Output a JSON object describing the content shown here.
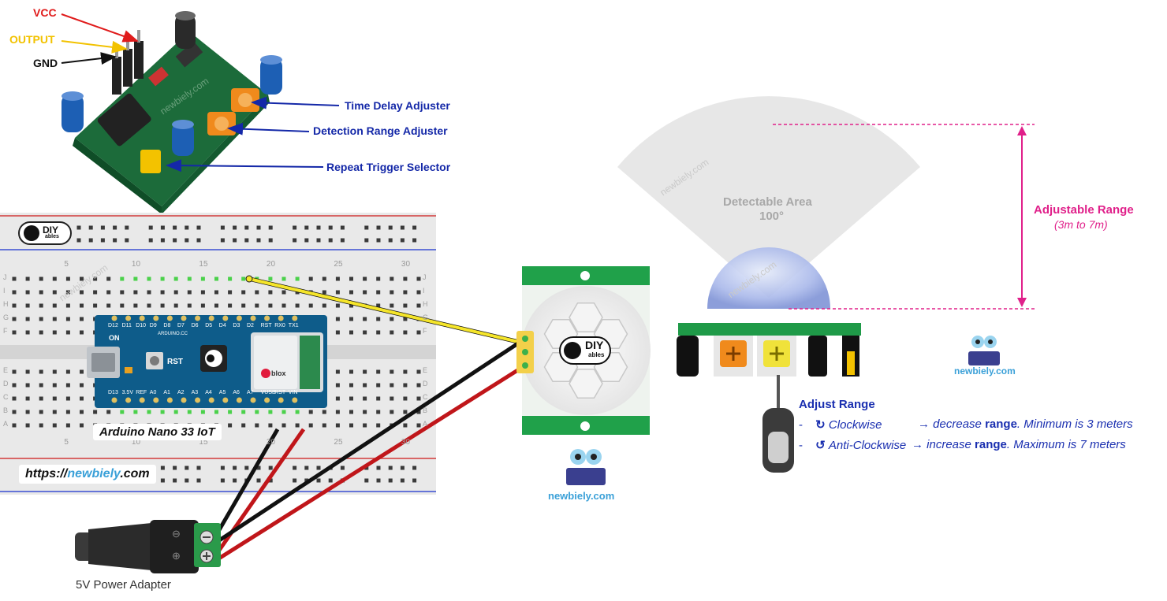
{
  "pir_board": {
    "pins": {
      "vcc": "VCC",
      "output": "OUTPUT",
      "gnd": "GND"
    },
    "labels": {
      "time_delay": "Time Delay Adjuster",
      "detection_range": "Detection Range Adjuster",
      "repeat_trigger": "Repeat Trigger Selector"
    }
  },
  "breadboard": {
    "column_numbers": [
      "5",
      "10",
      "15",
      "20",
      "25",
      "30"
    ],
    "row_letters": [
      "J",
      "I",
      "H",
      "G",
      "F",
      "E",
      "D",
      "C",
      "B",
      "A"
    ],
    "logo_text": "DIY",
    "logo_sub": "ables",
    "url_prefix": "https://",
    "url_brand": "newbiely",
    "url_suffix": ".com"
  },
  "arduino": {
    "name": "Arduino Nano 33 IoT",
    "top_pins": [
      "D12",
      "D11",
      "D10",
      "D9",
      "D8",
      "D7",
      "D6",
      "D5",
      "D4",
      "D3",
      "D2",
      "RST",
      "RX0",
      "TX1"
    ],
    "bottom_pins": [
      "D13",
      "3.5V",
      "REF",
      "A0",
      "A1",
      "A2",
      "A3",
      "A4",
      "A5",
      "A6",
      "A7",
      "VUSB",
      "RST",
      "VIN"
    ],
    "on_label": "ON",
    "rst_label": "RST",
    "brand_small": "ARDUINO.CC",
    "module_brand": "blox"
  },
  "power_adapter": {
    "label": "5V Power Adapter",
    "minus": "⊖",
    "plus": "⊕"
  },
  "pir_sensor_logo": {
    "text": "DIY",
    "sub": "ables"
  },
  "watermark": "newbiely.com",
  "side_view": {
    "detectable_area": "Detectable Area",
    "angle": "100°",
    "adjustable_range_title": "Adjustable Range",
    "adjustable_range_value": "(3m to 7m)",
    "adjust_range_title": "Adjust Range",
    "clockwise": {
      "bullet": "-",
      "symbol": "↻",
      "direction": "Clockwise",
      "arrow": "→",
      "action": "decrease",
      "keyword": "range",
      "note_label": "Minimum",
      "note_text": "is 3 meters"
    },
    "anticlockwise": {
      "bullet": "-",
      "symbol": "↺",
      "direction": "Anti-Clockwise",
      "arrow": "→",
      "action": "increase",
      "keyword": "range",
      "note_label": "Maximum",
      "note_text": "is 7 meters"
    }
  },
  "colors": {
    "vcc": "#e01b1b",
    "output": "#f2c200",
    "gnd": "#111111",
    "pcb_label": "#1428a8",
    "magenta": "#e0208a",
    "board_teal": "#0e5c8a",
    "pcb_green": "#159a3f"
  }
}
